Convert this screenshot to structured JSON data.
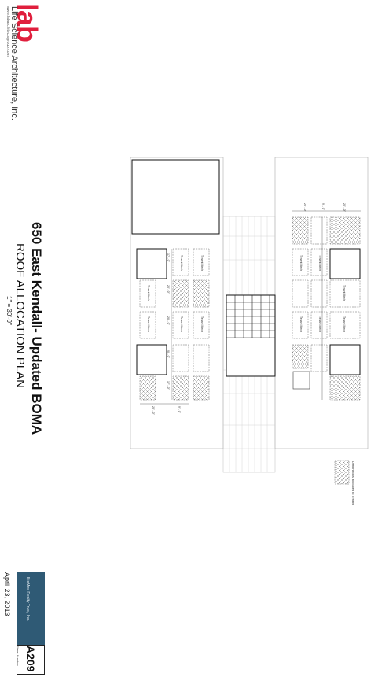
{
  "firm": {
    "logo": "lab",
    "name": "Life Science Architecture, Inc.",
    "url": "www.labarchitectsgroup.com"
  },
  "drawing": {
    "title": "650 East Kendall- Updated BOMA",
    "subtitle": "ROOF ALLOCATION PLAN",
    "scale": "1\" = 30'-0\""
  },
  "plan": {
    "tenant_label": "Tenant Mech",
    "left_column_dims": [
      "20' - 0\"",
      "9' - 0\""
    ],
    "right_column_dims": [
      "20' - 0\"",
      "9' - 0\"",
      "20' - 0\""
    ],
    "side_dims": [
      "17' - 0\"",
      "20' - 0\"",
      "20' - 0\"",
      "20' - 0\"",
      "17' - 0\""
    ],
    "legend_label": "Dimensions allocated to Tenant"
  },
  "title_block": {
    "date": "April 23, 2013",
    "client": "BioMed Realty Trust, Inc.",
    "sheet_number": "A209",
    "sheet_label": "Sheet Number"
  },
  "colors": {
    "logo": "#e01f3d",
    "client_block": "#2f5a75"
  }
}
